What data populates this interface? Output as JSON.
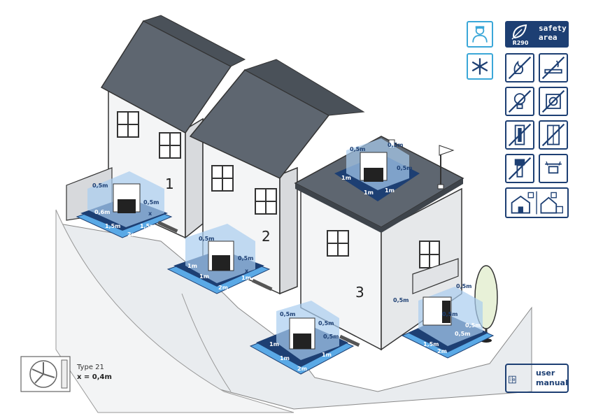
{
  "houses": {
    "h1": "1",
    "h2": "2",
    "h3": "3"
  },
  "dimensions": {
    "half": "0,5m",
    "one": "1m",
    "onehalf": "1,5m",
    "two": "2m",
    "x": "x",
    "sixtenths": "0,6m",
    "balcony_gap": "0,5m"
  },
  "legend": {
    "type_label": "Type 21",
    "x_value": "x = 0,4m"
  },
  "panel": {
    "refrigerant": "R290",
    "safety_line1": "safety",
    "safety_line2": "area",
    "manual_line1": "user",
    "manual_line2": "manual"
  },
  "colors": {
    "zone_dark": "#1d3f73",
    "zone_light": "#5aa9e6",
    "zone_shade": "#a9cdf0",
    "accent_cyan": "#3aa7d8",
    "roof": "#5e6670"
  }
}
